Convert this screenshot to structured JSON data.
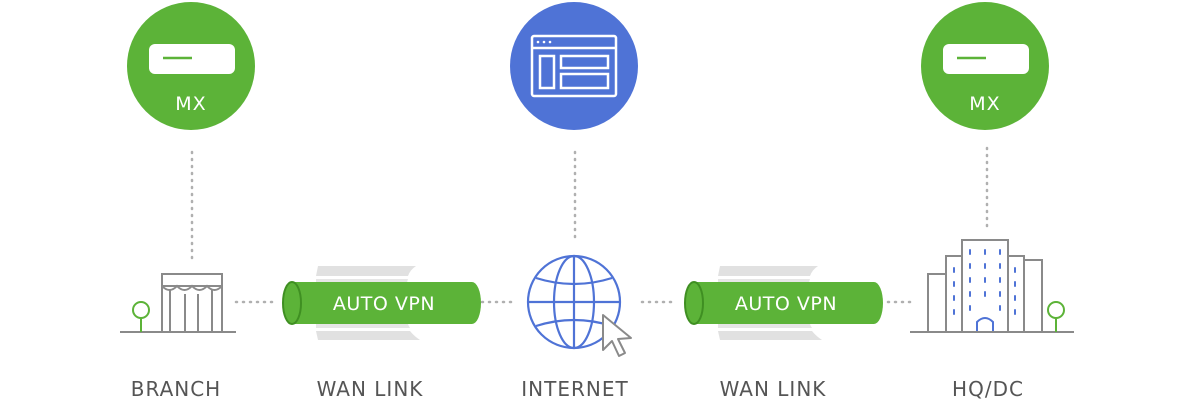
{
  "colors": {
    "green": "#5cb338",
    "blue": "#4f73d6",
    "gray": "#8a8a8a",
    "dotted": "#b0b0b0",
    "caption": "#555555"
  },
  "nodes": {
    "branch_mx": {
      "label": "MX",
      "icon": "router-icon"
    },
    "internet_app": {
      "icon": "browser-window-icon"
    },
    "hq_mx": {
      "label": "MX",
      "icon": "router-icon"
    }
  },
  "links": {
    "left_tube": {
      "label": "AUTO VPN"
    },
    "right_tube": {
      "label": "AUTO VPN"
    }
  },
  "captions": {
    "branch": "BRANCH",
    "wan_left": "WAN LINK",
    "internet": "INTERNET",
    "wan_right": "WAN LINK",
    "hq": "HQ/DC"
  }
}
